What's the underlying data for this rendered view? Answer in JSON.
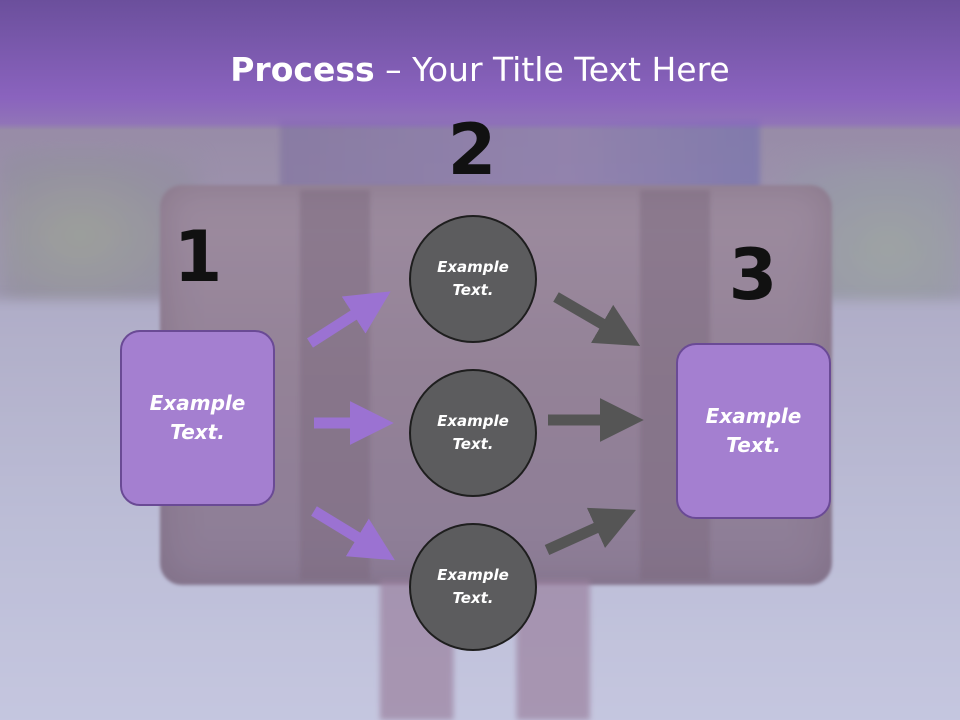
{
  "title": {
    "bold": "Process",
    "rest": " – Your Title Text Here"
  },
  "steps": [
    {
      "number": "1",
      "line1": "Example",
      "line2": "Text."
    },
    {
      "number": "2"
    },
    {
      "number": "3",
      "line1": "Example",
      "line2": "Text."
    }
  ],
  "circles": [
    {
      "line1": "Example",
      "line2": "Text."
    },
    {
      "line1": "Example",
      "line2": "Text."
    },
    {
      "line1": "Example",
      "line2": "Text."
    }
  ],
  "colors": {
    "title_bar": "#8a63be",
    "box_fill": "#a47fd0",
    "box_border": "#6a4a95",
    "circle_fill": "#5c5c5e",
    "arrow_purple": "#9b72d2",
    "arrow_gray": "#555555"
  }
}
